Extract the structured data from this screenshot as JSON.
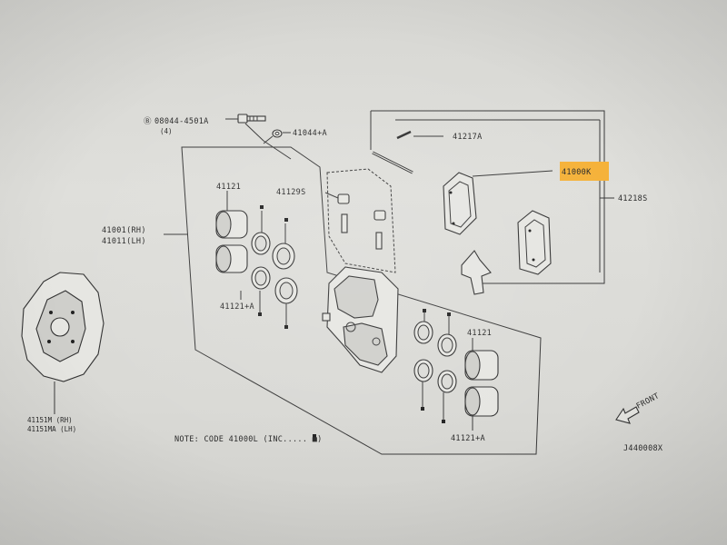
{
  "labels": {
    "bolt_code": "08044-4501A",
    "bolt_qty": "(4)",
    "washer": "41044+A",
    "pin": "41217A",
    "pad_kit": "41000K",
    "pad_set": "41218S",
    "pad_hardware": "41129S",
    "piston_top": "41121",
    "caliper_rh": "41001(RH)",
    "caliper_lh": "41011(LH)",
    "seal_left": "41121+A",
    "piston_right": "41121",
    "seal_right": "41121+A",
    "shield_rh": "41151M  (RH)",
    "shield_lh": "41151MA (LH)",
    "note": "NOTE: CODE 41000L (INC..... ■)",
    "front": "FRONT",
    "diagram_id": "J440008X"
  },
  "colors": {
    "highlight": "#f5b23a",
    "ink": "#2b2b2b",
    "paper": "#dcdcd8"
  },
  "icons": {
    "bolt_prefix": "circle-b-icon",
    "front_arrow": "front-arrow-icon"
  }
}
